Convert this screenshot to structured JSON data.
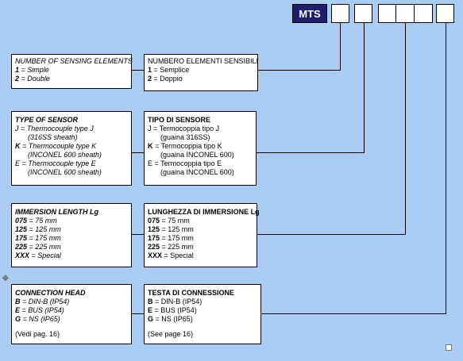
{
  "header": {
    "mts": "MTS"
  },
  "rows": [
    {
      "left": {
        "title": "NUMBER OF SENSING ELEMENTS",
        "items": [
          {
            "k": "1",
            "v": " = Simple"
          },
          {
            "k": "2",
            "v": " = Double"
          }
        ]
      },
      "right": {
        "title": "NUMBERO ELEMENTI SENSIBILI",
        "items": [
          {
            "k": "1",
            "v": " = Semplice"
          },
          {
            "k": "2",
            "v": " = Doppio"
          }
        ]
      }
    },
    {
      "left": {
        "title": "TYPE OF SENSOR",
        "lines": [
          {
            "k": "",
            "v": "J = Thermocouple type J"
          },
          {
            "k": "",
            "v": "(316SS sheath)",
            "indent": true
          },
          {
            "k": "K",
            "v": " = Thermocouple type K"
          },
          {
            "k": "",
            "v": "(INCONEL 600 sheath)",
            "indent": true
          },
          {
            "k": "",
            "v": "E = Thermocouple type E"
          },
          {
            "k": "",
            "v": "(INCONEL 600 sheath)",
            "indent": true
          }
        ]
      },
      "right": {
        "title": "TIPO DI SENSORE",
        "lines": [
          {
            "k": "",
            "v": "J = Termocoppia tipo J"
          },
          {
            "k": "",
            "v": "(guaina 316SS)",
            "indent": true
          },
          {
            "k": "K",
            "v": " = Termocoppia tipo K"
          },
          {
            "k": "",
            "v": "(guaina INCONEL 600)",
            "indent": true
          },
          {
            "k": "",
            "v": "E = Termocoppia tipo E"
          },
          {
            "k": "",
            "v": "(guaina INCONEL 600)",
            "indent": true
          }
        ]
      }
    },
    {
      "left": {
        "title": "IMMERSION LENGTH Lg",
        "items": [
          {
            "k": "075",
            "v": " = 75 mm"
          },
          {
            "k": "125",
            "v": " = 125 mm"
          },
          {
            "k": "175",
            "v": " = 175 mm"
          },
          {
            "k": "225",
            "v": " = 225 mm"
          },
          {
            "k": "XXX",
            "v": " = Special"
          }
        ]
      },
      "right": {
        "title": "LUNGHEZZA DI IMMERSIONE Lg",
        "items": [
          {
            "k": "075",
            "v": " = 75 mm"
          },
          {
            "k": "125",
            "v": " = 125 mm"
          },
          {
            "k": "175",
            "v": " = 175 mm"
          },
          {
            "k": "225",
            "v": " = 225 mm"
          },
          {
            "k": "XXX",
            "v": " = Special"
          }
        ]
      }
    },
    {
      "left": {
        "title": "CONNECTION HEAD",
        "items": [
          {
            "k": "B",
            "v": " = DIN-B (IP54)"
          },
          {
            "k": "E",
            "v": " = BUS (IP54)"
          },
          {
            "k": "G",
            "v": " = NS (IP65)"
          }
        ],
        "note": "(Vedi pag. 16)"
      },
      "right": {
        "title": "TESTA DI CONNESSIONE",
        "items": [
          {
            "k": "B",
            "v": " = DIN-B (IP54)"
          },
          {
            "k": "E",
            "v": " = BUS (IP54)"
          },
          {
            "k": "G",
            "v": " = NS (IP65)"
          }
        ],
        "note": "(See page 16)"
      }
    }
  ],
  "icons": {
    "move": "move-handle-icon",
    "resize": "resize-handle-icon"
  }
}
